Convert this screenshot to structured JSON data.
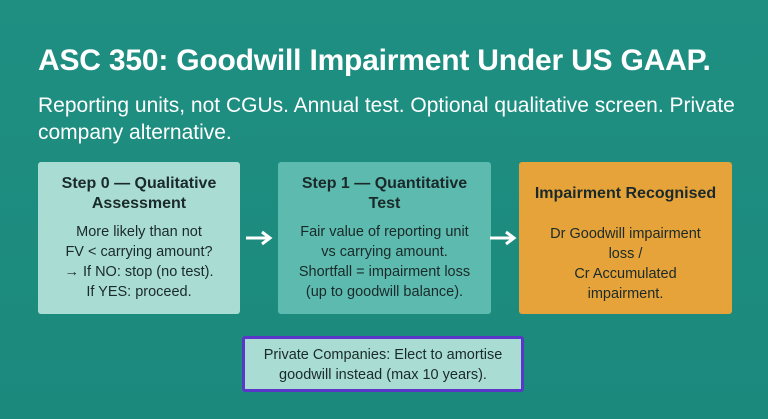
{
  "title": "ASC 350: Goodwill Impairment Under US GAAP.",
  "subtitle": "Reporting units, not CGUs. Annual test. Optional qualitative screen. Private company alternative.",
  "steps": [
    {
      "heading": "Step 0 — Qualitative Assessment",
      "lines": [
        "More likely than not",
        "FV < carrying amount?",
        "→ If NO: stop (no test).",
        "If YES: proceed."
      ]
    },
    {
      "heading": "Step 1 — Quantitative Test",
      "lines": [
        "Fair value of reporting unit",
        "vs carrying amount.",
        "Shortfall = impairment loss",
        "(up to goodwill balance)."
      ]
    },
    {
      "heading": "Impairment Recognised",
      "lines": [
        "Dr Goodwill impairment",
        "loss /",
        "Cr Accumulated",
        "impairment."
      ]
    }
  ],
  "note": {
    "lines": [
      "Private Companies: Elect to amortise",
      "goodwill instead (max 10 years)."
    ]
  },
  "colors": {
    "background": "#1f8f82",
    "step0": "#a9ddd3",
    "step1": "#5dbaae",
    "impairment": "#e6a339",
    "note_border": "#5b37c9",
    "arrow": "#ffffff"
  }
}
